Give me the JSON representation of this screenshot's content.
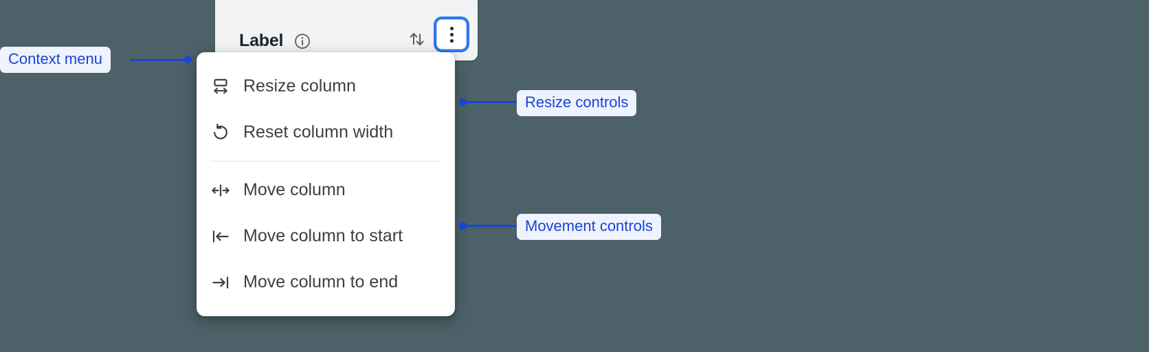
{
  "background_color": "#4c6268",
  "accent_color": "#1a44d6",
  "focus_ring_color": "#2979f2",
  "column_header": {
    "label": "Label",
    "info_icon": "info-circle-icon",
    "sort_icon": "sort-arrows-icon",
    "menu_button_icon": "kebab-menu-icon",
    "menu_button_focused": true
  },
  "context_menu": {
    "groups": [
      {
        "name": "resize",
        "items": [
          {
            "icon": "resize-column-icon",
            "label": "Resize column"
          },
          {
            "icon": "reset-width-icon",
            "label": "Reset column width"
          }
        ]
      },
      {
        "name": "movement",
        "items": [
          {
            "icon": "move-column-icon",
            "label": "Move column"
          },
          {
            "icon": "move-to-start-icon",
            "label": "Move column to start"
          },
          {
            "icon": "move-to-end-icon",
            "label": "Move column to end"
          }
        ]
      }
    ]
  },
  "annotations": [
    {
      "id": "context-menu",
      "label": "Context menu"
    },
    {
      "id": "resize-controls",
      "label": "Resize controls"
    },
    {
      "id": "movement-controls",
      "label": "Movement controls"
    }
  ]
}
